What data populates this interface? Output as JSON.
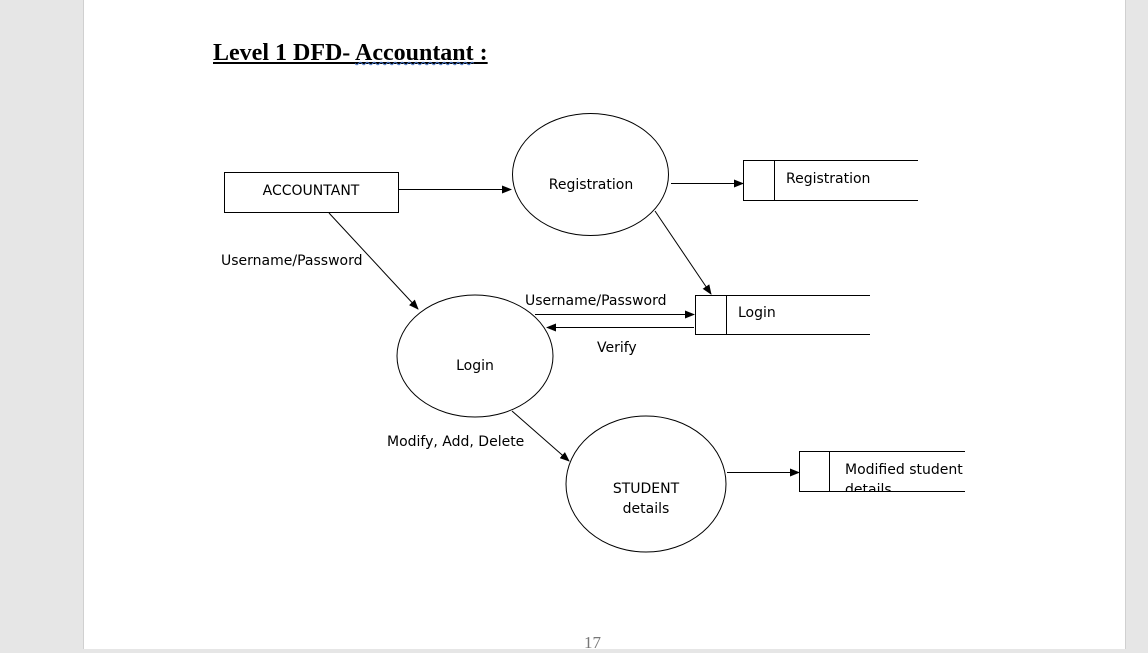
{
  "heading": {
    "prefix": "Level 1 DFD- ",
    "flagged_word": "Accountant",
    "suffix": " :"
  },
  "entity": {
    "label": "ACCOUNTANT"
  },
  "processes": {
    "registration": "Registration",
    "login": "Login",
    "student_line1": "STUDENT",
    "student_line2": "details"
  },
  "stores": {
    "registration": "Registration",
    "login": "Login",
    "modified_line1": "Modified student",
    "modified_line2": "details"
  },
  "flows": {
    "accountant_to_login": "Username/Password",
    "login_to_store": "Username/Password",
    "store_to_login": "Verify",
    "login_to_student": "Modify, Add, Delete"
  },
  "page_number": "17",
  "colors": {
    "page": "#ffffff",
    "background": "#e6e6e6",
    "spellcheck_underline": "#4472c4"
  }
}
